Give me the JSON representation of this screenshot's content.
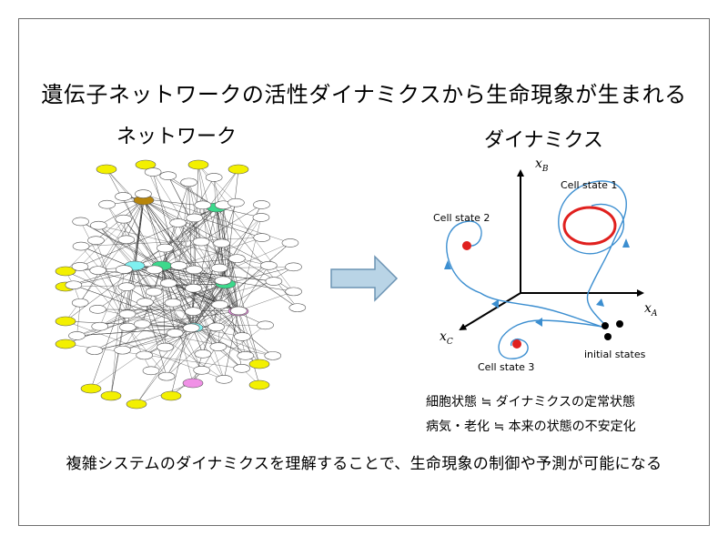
{
  "slide": {
    "title": "遺伝子ネットワークの活性ダイナミクスから生命現象が生まれる",
    "network_heading": "ネットワーク",
    "dynamics_heading": "ダイナミクス",
    "note_line1": "細胞状態 ≒ ダイナミクスの定常状態",
    "note_line2": "病気・老化 ≒ 本来の状態の不安定化",
    "bottom_text": "複雑システムのダイナミクスを理解することで、生命現象の制御や予測が可能になる"
  },
  "diagram": {
    "axis_x": {
      "base": "x",
      "sub": "A"
    },
    "axis_y": {
      "base": "x",
      "sub": "B"
    },
    "axis_z": {
      "base": "x",
      "sub": "C"
    },
    "cell_state_1": "Cell state 1",
    "cell_state_2": "Cell state 2",
    "cell_state_3": "Cell state 3",
    "initial_states": "initial states"
  },
  "colors": {
    "trajectory": "#3b8ed0",
    "attractor": "#e0201e",
    "arrow_fill": "#b9d4e6",
    "arrow_stroke": "#6b93b3",
    "node_default": "#ffffff",
    "node_yellow": "#f3f000",
    "node_brown": "#b8860b",
    "node_green": "#3cd98c",
    "node_cyan": "#7ff0f0",
    "node_pink": "#f090e6"
  }
}
